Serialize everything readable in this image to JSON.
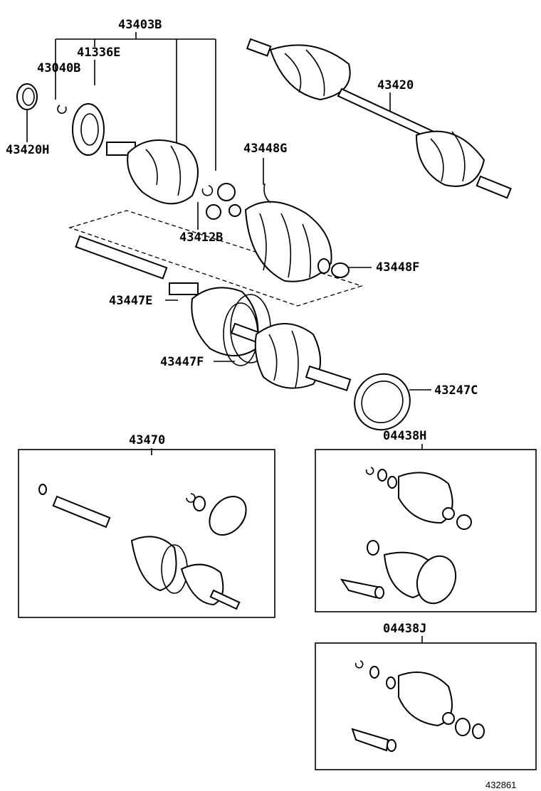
{
  "diagram": {
    "title": "Drive shaft parts diagram",
    "labels": {
      "p43403B": "43403B",
      "p41336E": "41336E",
      "p43040B": "43040B",
      "p43420H": "43420H",
      "p43420": "43420",
      "p43448G": "43448G",
      "p43412B": "43412B",
      "p43448F": "43448F",
      "p43447E": "43447E",
      "p43447F": "43447F",
      "p43247C": "43247C",
      "p43470": "43470",
      "p04438H": "04438H",
      "p04438J": "04438J"
    },
    "figure_number": "432861"
  }
}
